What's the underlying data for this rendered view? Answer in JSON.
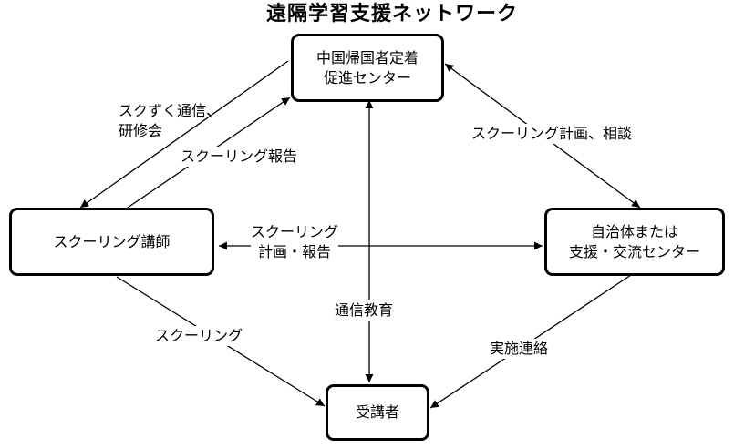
{
  "title": "遠隔学習支援ネットワーク",
  "nodes": {
    "center": {
      "line1": "中国帰国者定着",
      "line2": "促進センター"
    },
    "instructor": {
      "line1": "スクーリング講師"
    },
    "municipality": {
      "line1": "自治体または",
      "line2": "支援・交流センター"
    },
    "learner": {
      "line1": "受講者"
    }
  },
  "edge_labels": {
    "center_to_instructor": {
      "line1": "スクずく通信、",
      "line2": "研修会"
    },
    "instructor_to_center": "スクーリング報告",
    "center_municipality": "スクーリング計画、相談",
    "instructor_municipality": {
      "line1": "スクーリング",
      "line2": "計画・報告"
    },
    "center_learner": "通信教育",
    "instructor_learner": "スクーリング",
    "municipality_learner": "実施連絡"
  },
  "colors": {
    "line": "#000000",
    "background": "#ffffff"
  }
}
